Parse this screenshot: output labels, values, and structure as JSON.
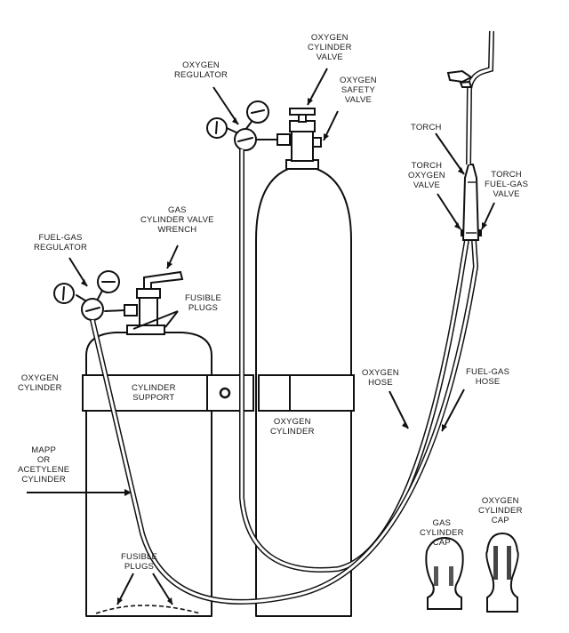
{
  "diagram": {
    "title": "Oxyfuel welding equipment",
    "labels": {
      "oxygen_regulator": "OXYGEN\nREGULATOR",
      "oxygen_cylinder_valve": "OXYGEN\nCYLINDER\nVALVE",
      "oxygen_safety_valve": "OXYGEN\nSAFETY\nVALVE",
      "torch": "TORCH",
      "torch_oxygen_valve": "TORCH\nOXYGEN\nVALVE",
      "torch_fuel_gas_valve": "TORCH\nFUEL-GAS\nVALVE",
      "gas_cylinder_valve_wrench": "GAS\nCYLINDER VALVE\nWRENCH",
      "fuel_gas_regulator": "FUEL-GAS\nREGULATOR",
      "fusible_plugs_top": "FUSIBLE\nPLUGS",
      "oxygen_cylinder_left": "OXYGEN\nCYLINDER",
      "cylinder_support": "CYLINDER\nSUPPORT",
      "oxygen_cylinder_center": "OXYGEN\nCYLINDER",
      "oxygen_hose": "OXYGEN\nHOSE",
      "fuel_gas_hose": "FUEL-GAS\nHOSE",
      "mapp_acetylene_cylinder": "MAPP\nOR\nACETYLENE\nCYLINDER",
      "fusible_plugs_bottom": "FUSIBLE\nPLUGS",
      "gas_cylinder_cap": "GAS\nCYLINDER\nCAP",
      "oxygen_cylinder_cap": "OXYGEN\nCYLINDER\nCAP"
    },
    "colors": {
      "ink": "#111111",
      "paper": "#ffffff"
    }
  }
}
